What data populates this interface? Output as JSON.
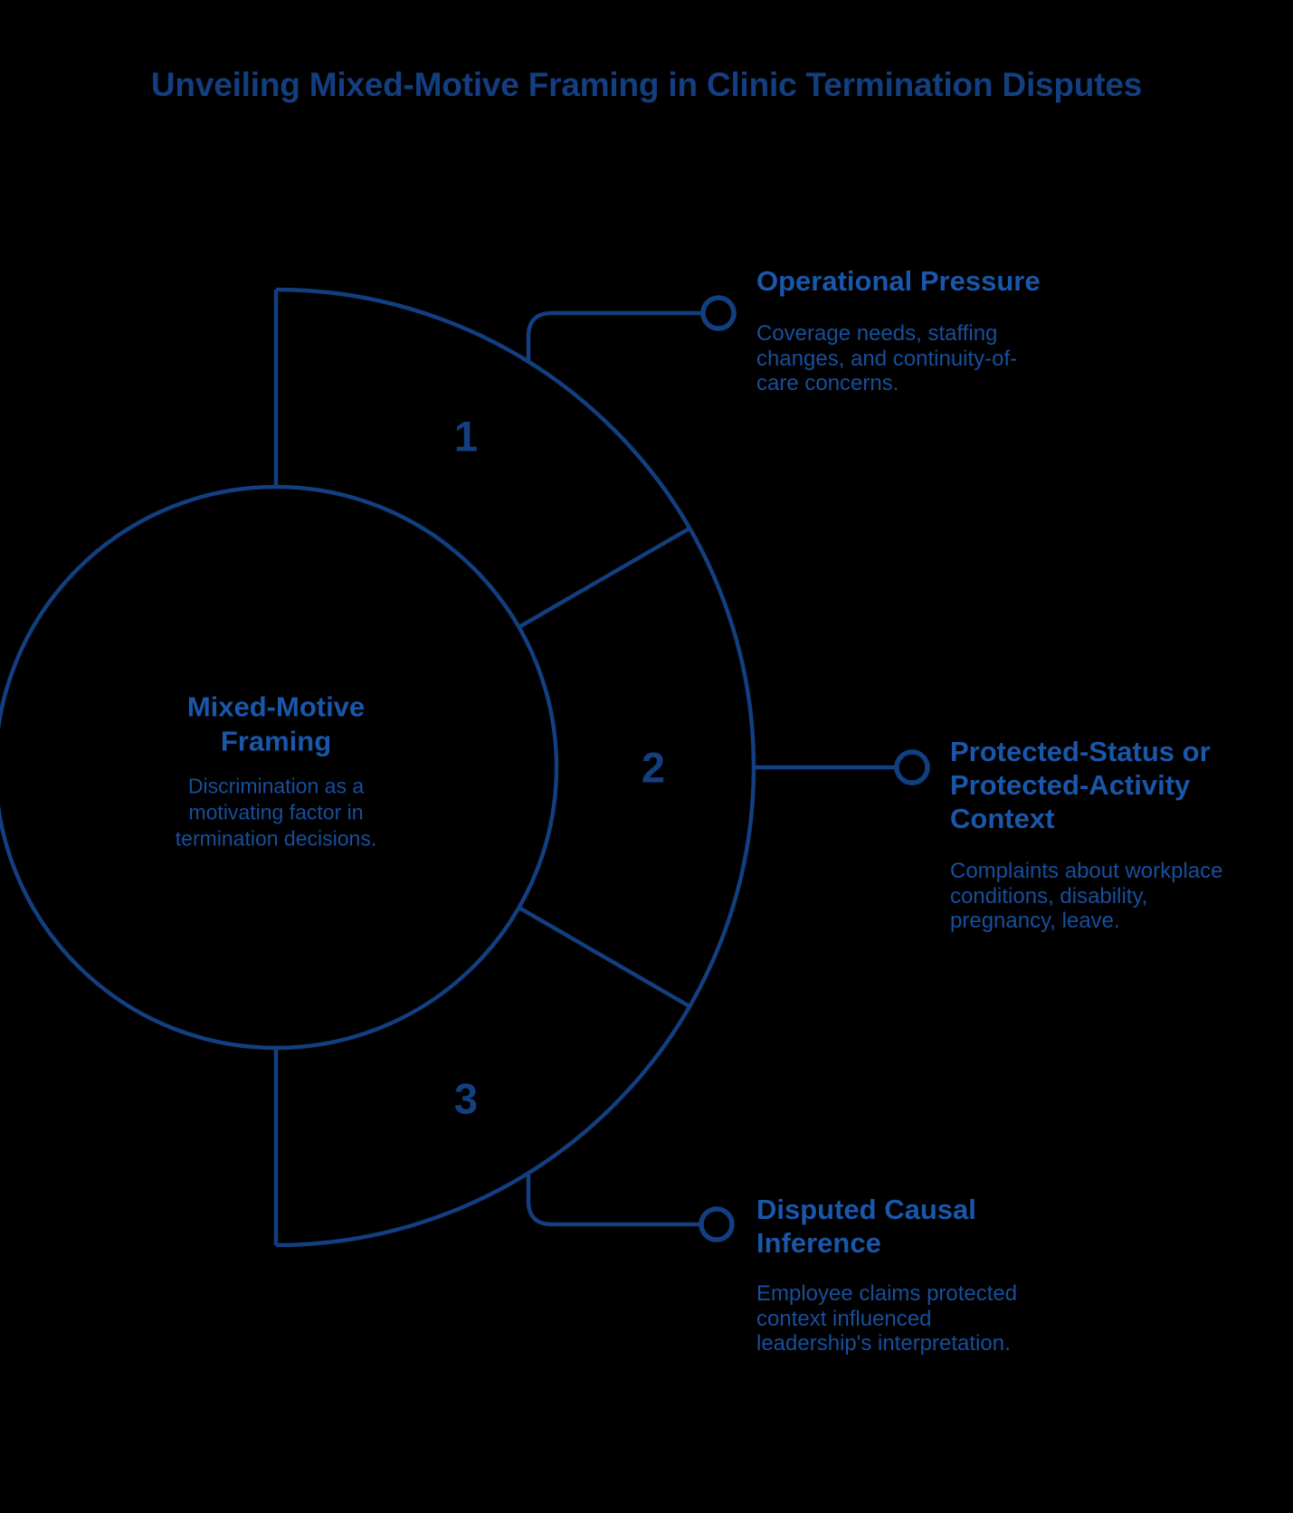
{
  "title": "Unveiling Mixed-Motive Framing in Clinic Termination Disputes",
  "center": {
    "heading": "Mixed-Motive\nFraming",
    "description": "Discrimination as a\nmotivating factor in\ntermination decisions."
  },
  "segments": [
    {
      "number": "1",
      "heading": "Operational Pressure",
      "body": "Coverage needs, staffing\nchanges, and continuity-of-\ncare concerns."
    },
    {
      "number": "2",
      "heading": "Protected-Status or\nProtected-Activity\nContext",
      "body": "Complaints about workplace\nconditions, disability,\npregnancy, leave."
    },
    {
      "number": "3",
      "heading": "Disputed Causal\nInference",
      "body": "Employee claims protected\ncontext influenced\nleadership's interpretation."
    }
  ],
  "colors": {
    "background": "#000000",
    "stroke_navy": "#133e7f",
    "heading_blue": "#1a57aa",
    "body_blue": "#174f9c"
  }
}
